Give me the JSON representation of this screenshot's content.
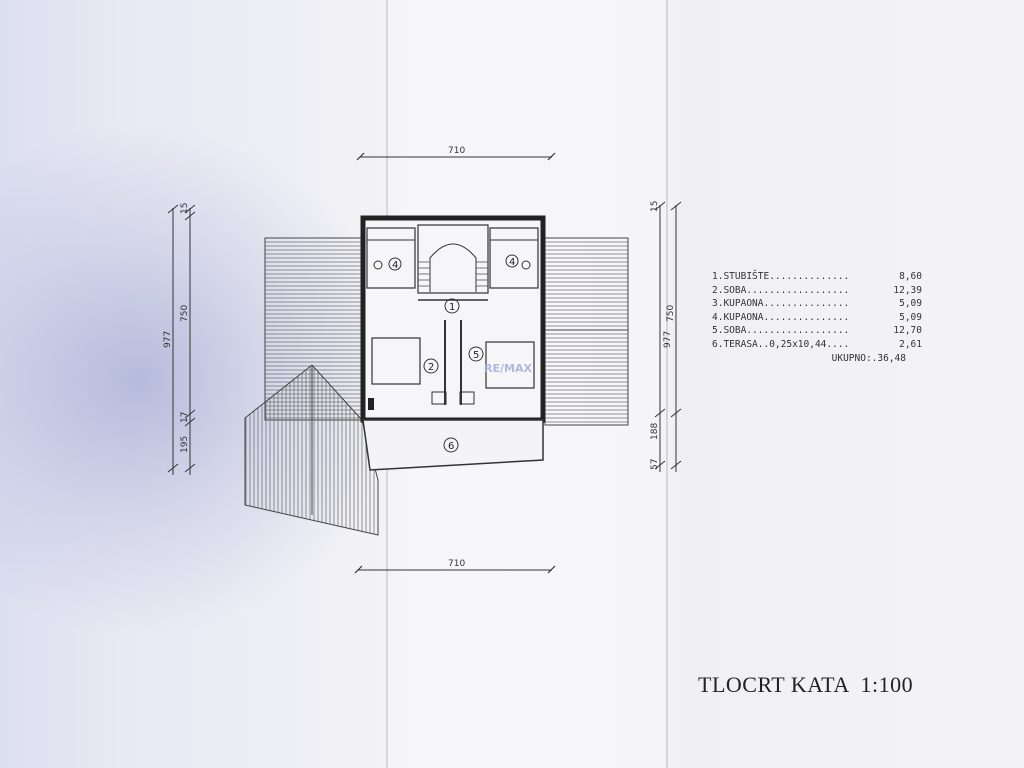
{
  "dimensions": {
    "top_width": "710",
    "bottom_width": "710",
    "left_total": "977",
    "left_main": "750",
    "left_gap": "17",
    "left_terrace": "195",
    "left_top": "15",
    "right_total": "977",
    "right_main": "750",
    "right_terrace": "188",
    "right_top": "15",
    "right_small": "57"
  },
  "room_numbers": [
    "1",
    "2",
    "4",
    "4",
    "5",
    "6"
  ],
  "legend": {
    "rows": [
      {
        "label": "1.STUBIŠTE..............",
        "value": "8,60"
      },
      {
        "label": "2.SOBA..................",
        "value": "12,39"
      },
      {
        "label": "3.KUPAONA...............",
        "value": "5,09"
      },
      {
        "label": "4.KUPAONA...............",
        "value": "5,09"
      },
      {
        "label": "5.SOBA..................",
        "value": "12,70"
      },
      {
        "label": "6.TERASA..0,25x10,44....",
        "value": "2,61"
      }
    ],
    "total": "UKUPNO:.36,48"
  },
  "watermark": "RE/MAX",
  "title": "TLOCRT KATA  1:100"
}
